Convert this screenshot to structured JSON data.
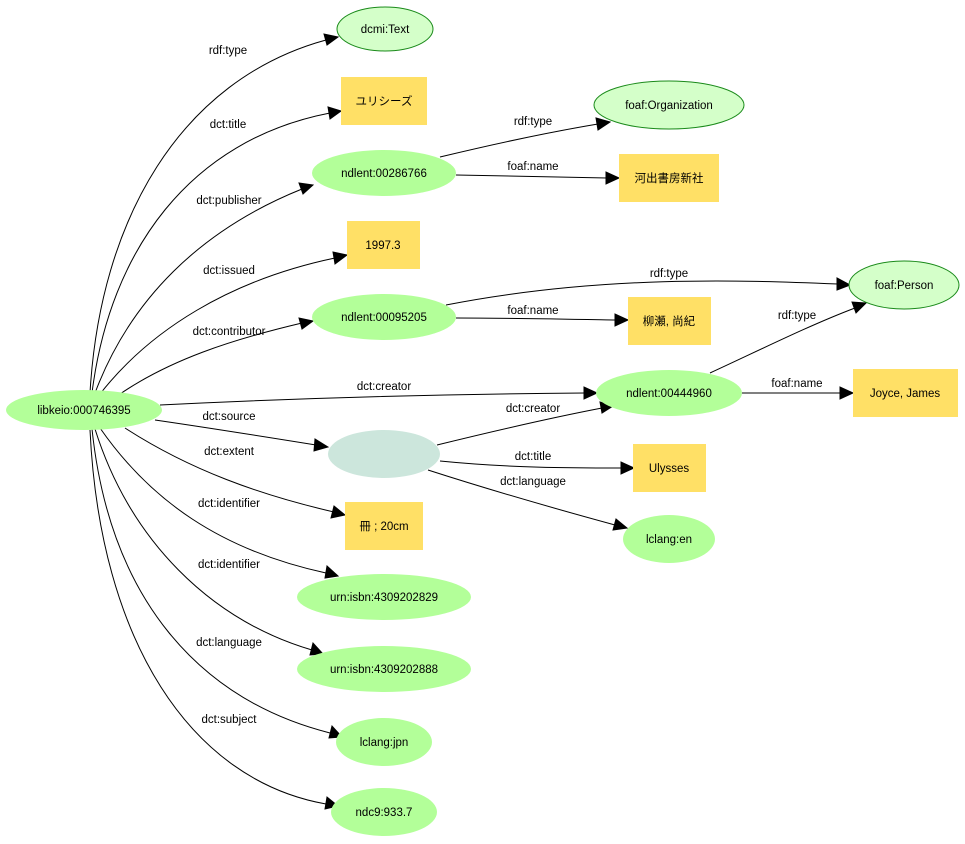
{
  "colors": {
    "resource": "#b3ff99",
    "class": "#d4ffc9",
    "class_border": "#1a8a1a",
    "literal": "#ffe066",
    "blank": "#cce6dc"
  },
  "nodes": {
    "root": "libkeio:000746395",
    "dcmi_text": "dcmi:Text",
    "title_ja": "ユリシーズ",
    "publisher": "ndlent:00286766",
    "foaf_org": "foaf:Organization",
    "publisher_name": "河出書房新社",
    "issued": "1997.3",
    "contributor": "ndlent:00095205",
    "foaf_person": "foaf:Person",
    "contributor_name": "柳瀬, 尚紀",
    "creator": "ndlent:00444960",
    "creator_name": "Joyce, James",
    "title_en": "Ulysses",
    "lang_en": "lclang:en",
    "extent": "冊 ; 20cm",
    "isbn1": "urn:isbn:4309202829",
    "isbn2": "urn:isbn:4309202888",
    "lang_jpn": "lclang:jpn",
    "subject": "ndc9:933.7"
  },
  "edges": {
    "rdf_type_1": "rdf:type",
    "dct_title_1": "dct:title",
    "dct_publisher": "dct:publisher",
    "dct_issued": "dct:issued",
    "dct_contributor": "dct:contributor",
    "dct_creator_1": "dct:creator",
    "dct_source": "dct:source",
    "dct_extent": "dct:extent",
    "dct_identifier_1": "dct:identifier",
    "dct_identifier_2": "dct:identifier",
    "dct_language_1": "dct:language",
    "dct_subject": "dct:subject",
    "pub_rdf_type": "rdf:type",
    "pub_foaf_name": "foaf:name",
    "contrib_rdf_type": "rdf:type",
    "contrib_foaf_name": "foaf:name",
    "creator_rdf_type": "rdf:type",
    "creator_foaf_name": "foaf:name",
    "blank_dct_creator": "dct:creator",
    "blank_dct_title": "dct:title",
    "blank_dct_language": "dct:language"
  }
}
